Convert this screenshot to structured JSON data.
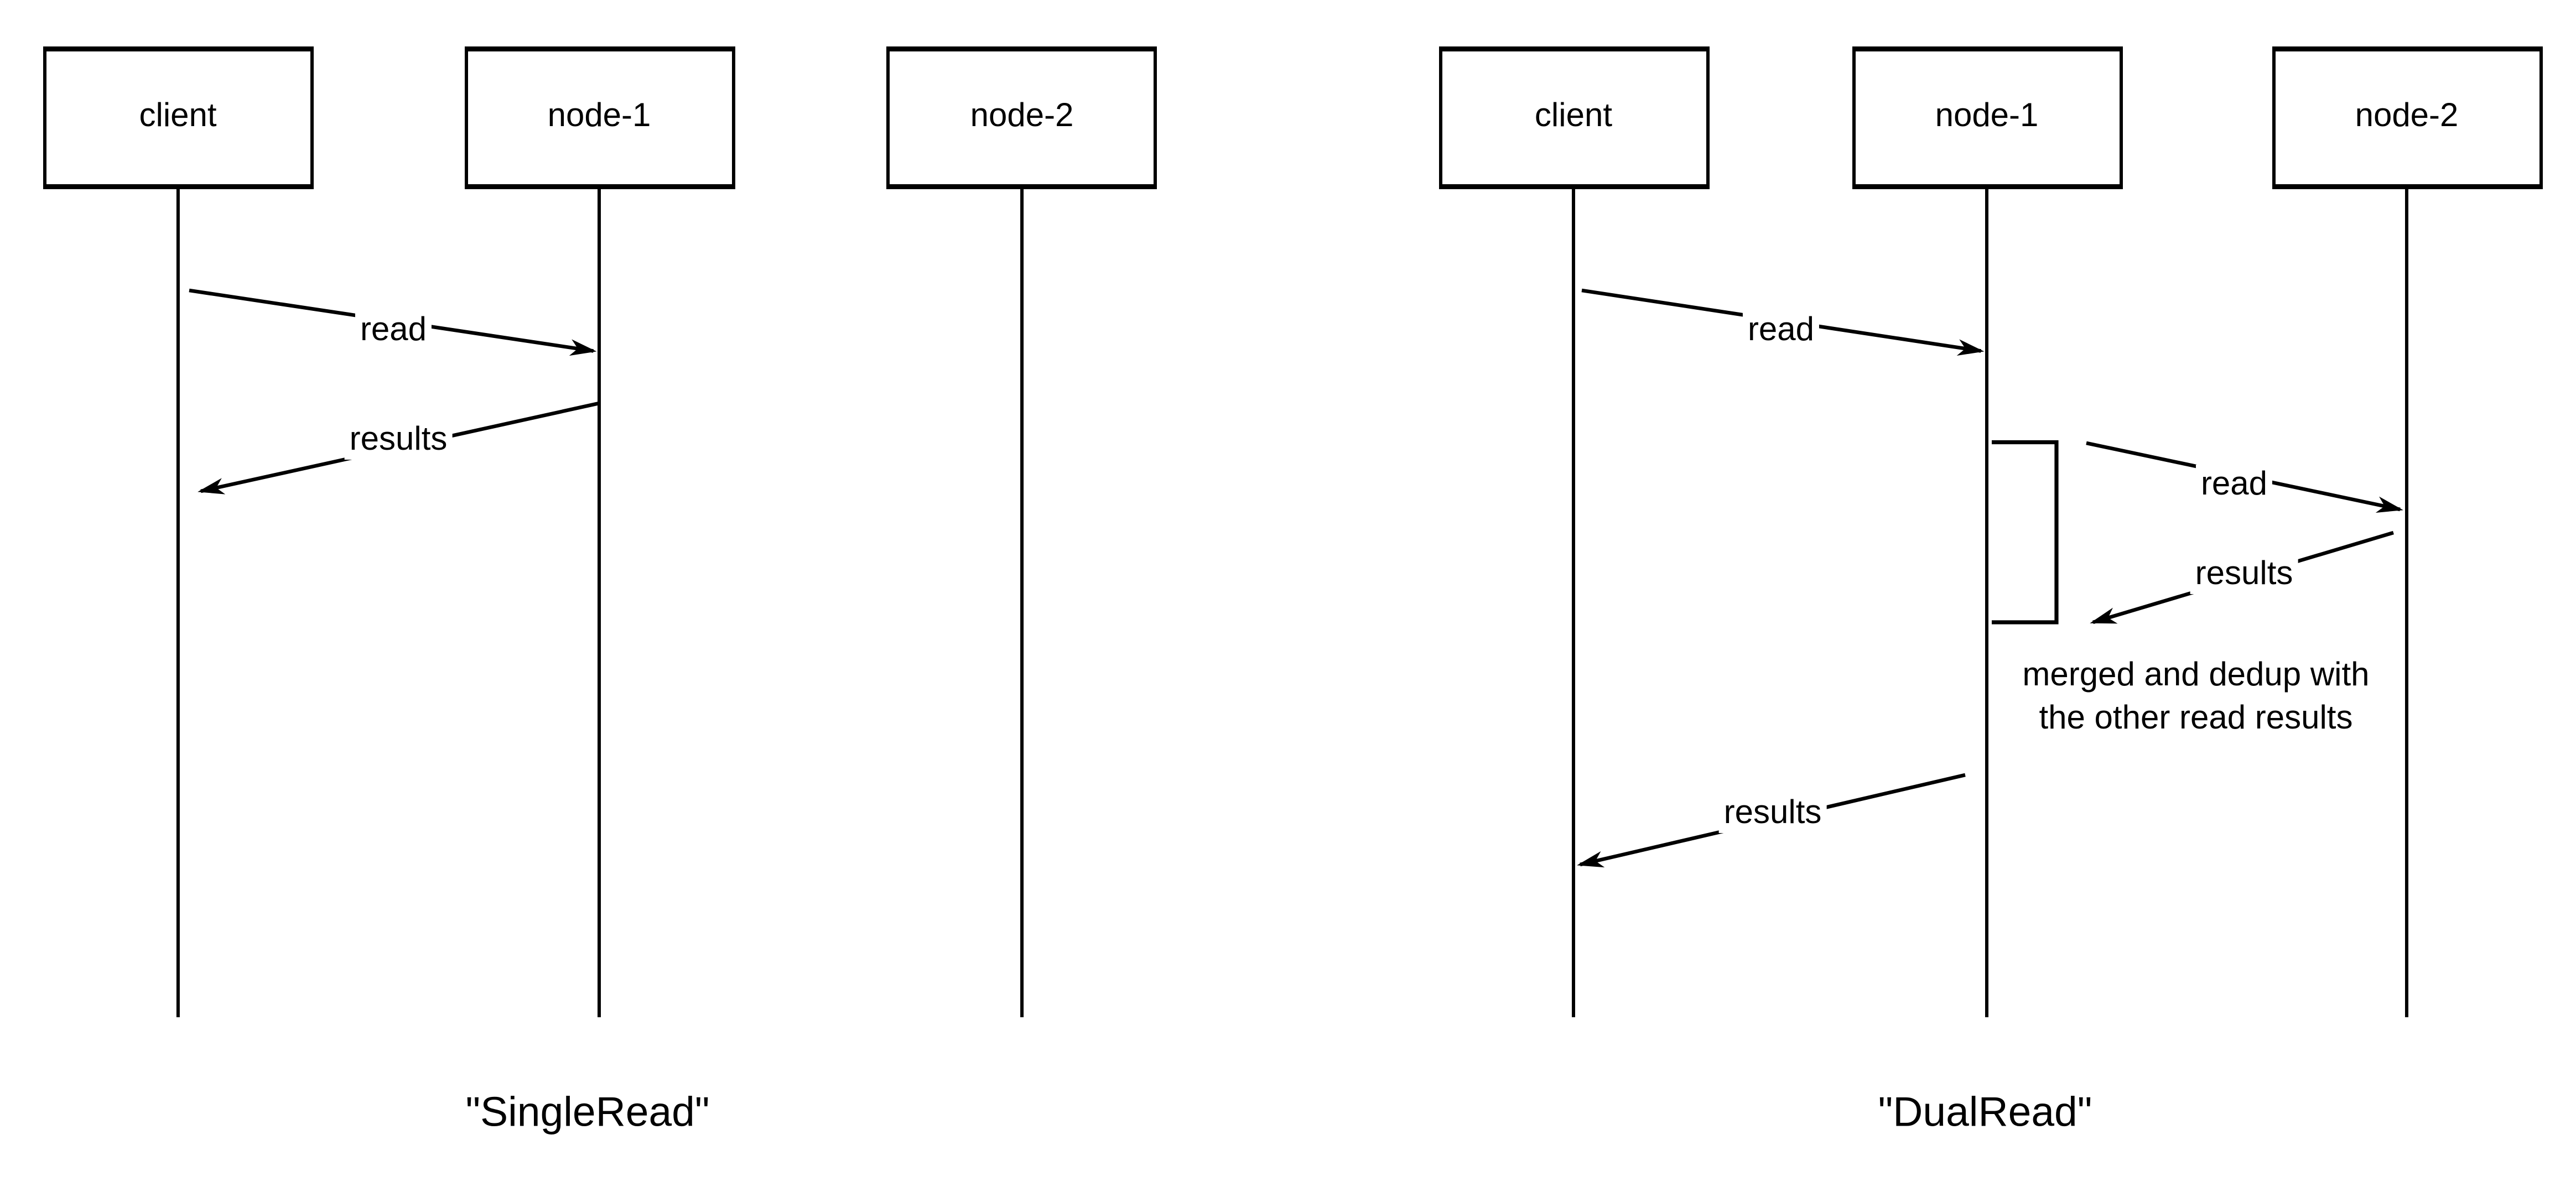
{
  "colors": {
    "background": "#ffffff",
    "ink": "#000000"
  },
  "diagrams": [
    {
      "caption": "\"SingleRead\"",
      "actors": [
        {
          "label": "client"
        },
        {
          "label": "node-1"
        },
        {
          "label": "node-2"
        }
      ],
      "messages": [
        {
          "label": "read",
          "from": "client",
          "to": "node-1"
        },
        {
          "label": "results",
          "from": "node-1",
          "to": "client"
        }
      ]
    },
    {
      "caption": "\"DualRead\"",
      "actors": [
        {
          "label": "client"
        },
        {
          "label": "node-1"
        },
        {
          "label": "node-2"
        }
      ],
      "messages": [
        {
          "label": "read",
          "from": "client",
          "to": "node-1"
        },
        {
          "label": "read",
          "from": "node-1",
          "to": "node-2"
        },
        {
          "label": "results",
          "from": "node-2",
          "to": "node-1"
        },
        {
          "label": "results",
          "from": "node-1",
          "to": "client"
        }
      ],
      "note": {
        "line1": "merged and dedup with",
        "line2": "the other read results"
      }
    }
  ]
}
